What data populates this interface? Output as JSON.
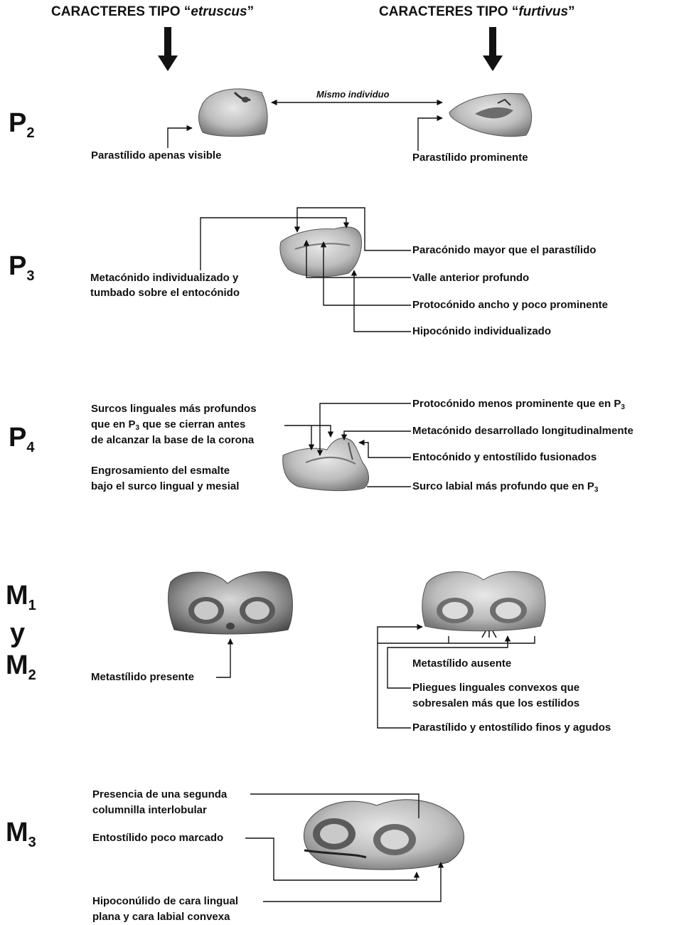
{
  "headers": {
    "left_prefix": "CARACTERES TIPO “",
    "left_species": "etruscus",
    "left_suffix": "”",
    "right_prefix": "CARACTERES TIPO “",
    "right_species": "furtivus",
    "right_suffix": "”"
  },
  "teeth": {
    "p2": {
      "letter": "P",
      "num": "2"
    },
    "p3": {
      "letter": "P",
      "num": "3"
    },
    "p4": {
      "letter": "P",
      "num": "4"
    },
    "m12_a": {
      "letter": "M",
      "num": "1"
    },
    "m12_y": "y",
    "m12_b": {
      "letter": "M",
      "num": "2"
    },
    "m3": {
      "letter": "M",
      "num": "3"
    }
  },
  "p2": {
    "same_individual": "Mismo individuo",
    "left_note": "Parastílido apenas visible",
    "right_note": "Parastílido prominente"
  },
  "p3": {
    "left_note_1": "Metacónido individualizado y",
    "left_note_2": "tumbado sobre el entocónido",
    "r1": "Paracónido mayor que el parastílido",
    "r2": "Valle anterior profundo",
    "r3": "Protocónido ancho y poco prominente",
    "r4": "Hipocónido individualizado"
  },
  "p4": {
    "left1_a": "Surcos linguales más profundos",
    "left1_b1": "que en P",
    "left1_b_sub": "3",
    "left1_b2": " que se cierran antes",
    "left1_c": "de alcanzar la base de la corona",
    "left2_a": "Engrosamiento del esmalte",
    "left2_b": "bajo el surco lingual y mesial",
    "r1": "Protocónido menos prominente que en P",
    "r1_sub": "3",
    "r2": "Metacónido desarrollado longitudinalmente",
    "r3": "Entocónido y entostílido fusionados",
    "r4": "Surco labial más profundo que en P",
    "r4_sub": "3"
  },
  "m12": {
    "left_note": "Metastílido presente",
    "r1": "Metastílido ausente",
    "r2_a": "Pliegues linguales convexos que",
    "r2_b": "sobresalen más que los estílidos",
    "r3": "Parastílido y entostílido finos y agudos"
  },
  "m3": {
    "l1_a": "Presencia de una segunda",
    "l1_b": "columnilla interlobular",
    "l2": "Entostílido poco marcado",
    "l3_a": "Hipoconúlido de cara lingual",
    "l3_b": "plana y cara labial convexa"
  }
}
